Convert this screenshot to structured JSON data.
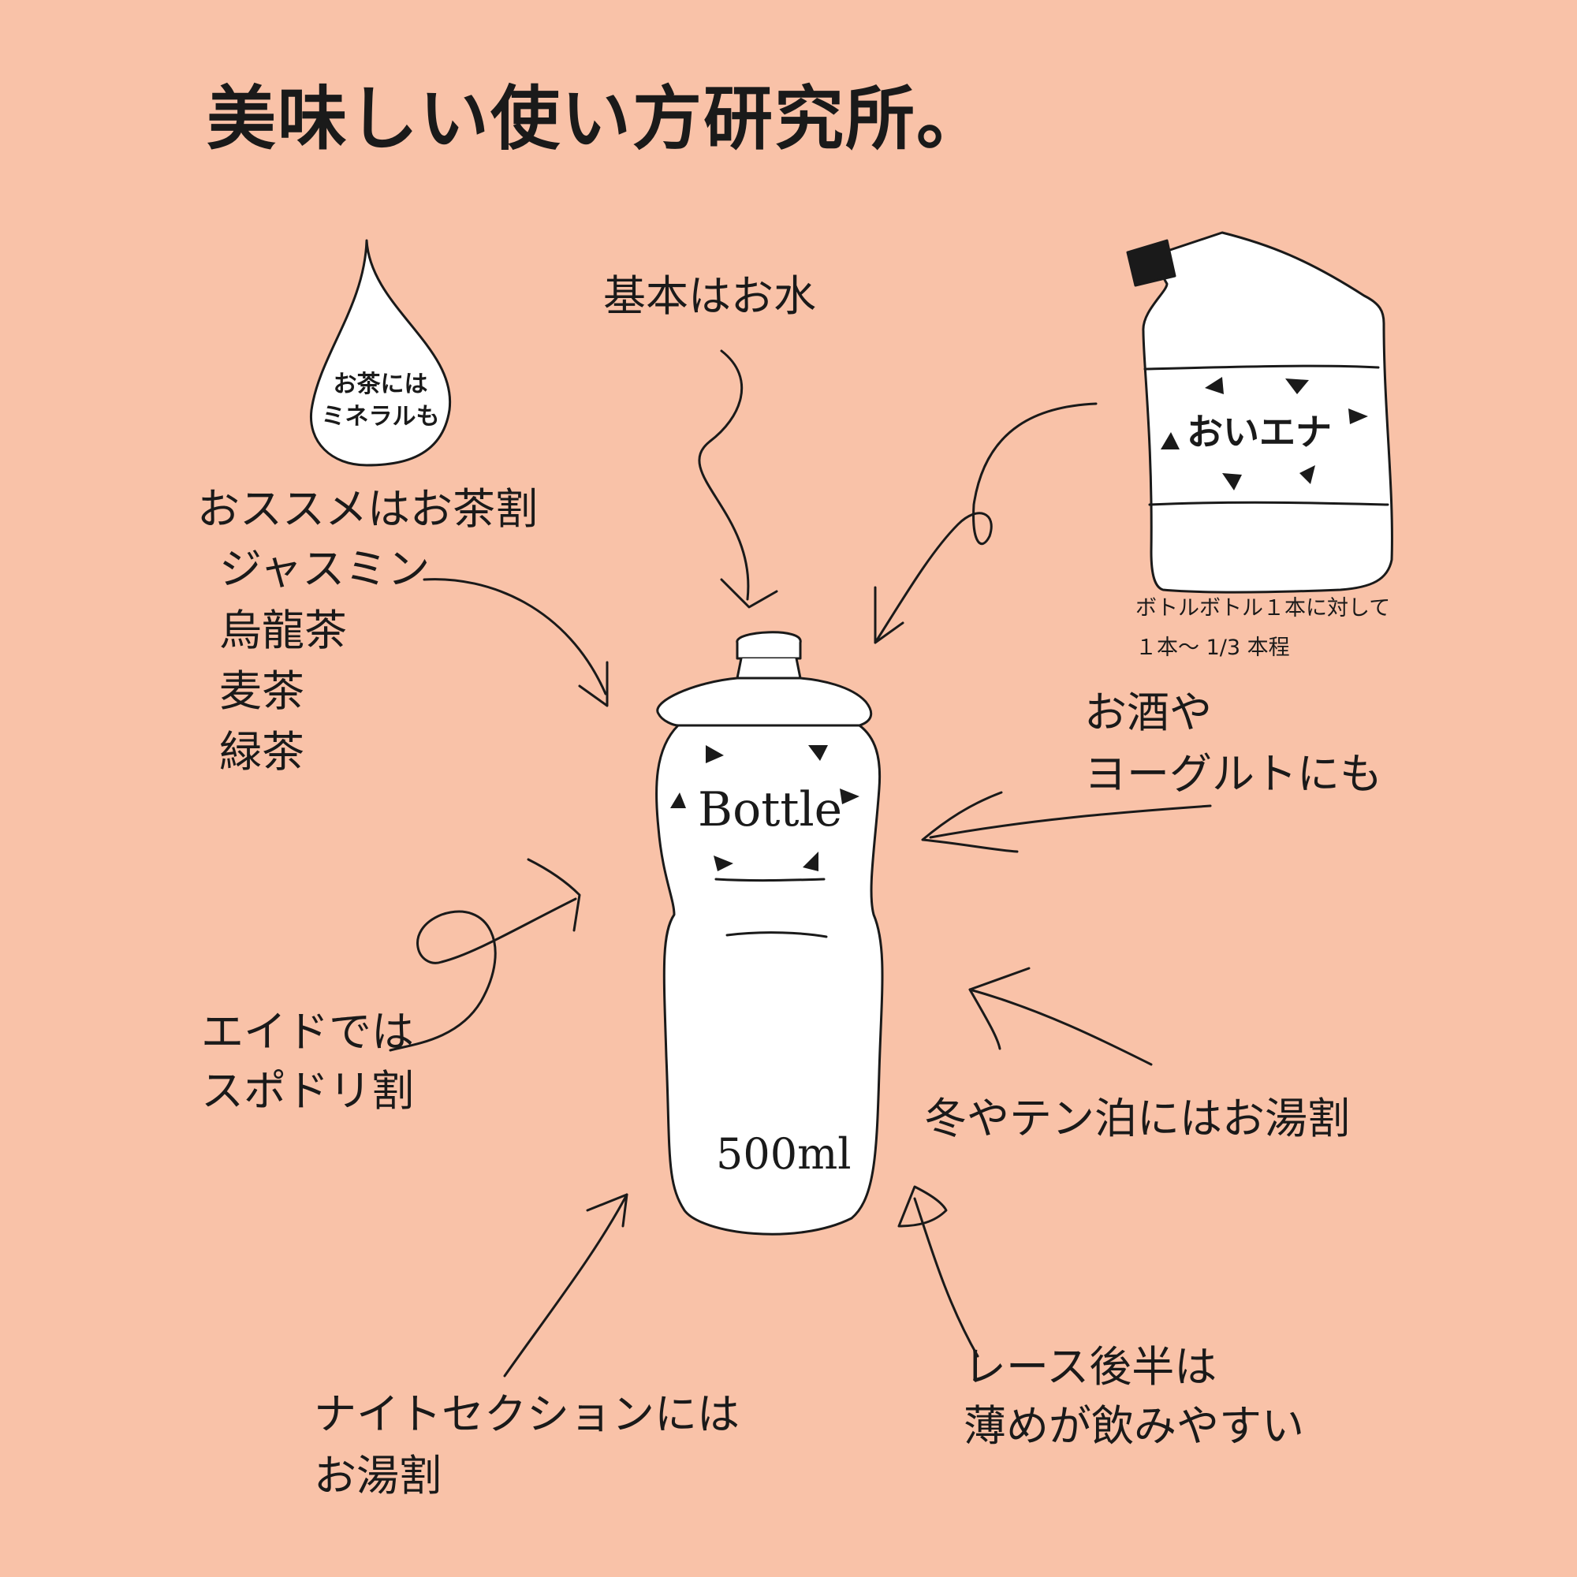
{
  "title": "美味しい使い方研究所。",
  "drop": {
    "line1": "お茶には",
    "line2": "ミネラルも"
  },
  "labels": {
    "water": "基本はお水",
    "tea_heading": "おススメはお茶割",
    "tea_1": "ジャスミン",
    "tea_2": "烏龍茶",
    "tea_3": "麦茶",
    "tea_4": "緑茶",
    "aid_1": "エイドでは",
    "aid_2": "スポドリ割",
    "night_1": "ナイトセクションには",
    "night_2": "お湯割",
    "late_1": "レース後半は",
    "late_2": "薄めが飲みやすい",
    "winter": "冬やテン泊にはお湯割",
    "alcohol_1": "お酒や",
    "alcohol_2": "ヨーグルトにも"
  },
  "bottle": {
    "brand": "Bottle",
    "capacity": "500ml"
  },
  "pouch": {
    "brand": "おいエナ",
    "note_1": "ボトルボトル１本に対して",
    "note_2": "１本〜 1/3 本程"
  },
  "colors": {
    "background": "#f9c2a8",
    "ink": "#1a1a1a",
    "fill": "#ffffff"
  }
}
